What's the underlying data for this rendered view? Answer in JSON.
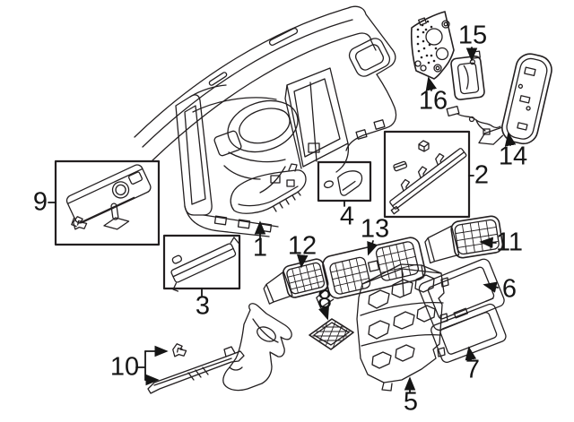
{
  "diagram": {
    "figure_type": "exploded parts line diagram",
    "subject": "instrument panel and trim components",
    "colors": {
      "background": "#ffffff",
      "line": "#231f20",
      "label_text": "#151515"
    },
    "callouts": {
      "n1": "1",
      "n2": "2",
      "n3": "3",
      "n4": "4",
      "n5": "5",
      "n6": "6",
      "n7": "7",
      "n8": "8",
      "n9": "9",
      "n10": "10",
      "n11": "11",
      "n12": "12",
      "n13": "13",
      "n14": "14",
      "n15": "15",
      "n16": "16"
    }
  }
}
